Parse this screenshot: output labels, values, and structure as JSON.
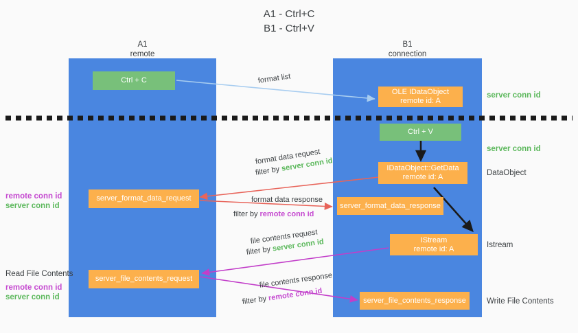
{
  "title": {
    "line1": "A1 - Ctrl+C",
    "line2": "B1 - Ctrl+V"
  },
  "columns": [
    {
      "name": "A1",
      "sub": "remote"
    },
    {
      "name": "B1",
      "sub": "connection"
    }
  ],
  "boxes": {
    "ctrl_c": "Ctrl + C",
    "ctrl_v": "Ctrl + V",
    "ole_idataobject_l1": "OLE IDataObject",
    "ole_idataobject_l2": "remote id: A",
    "getdata_l1": "IDataObject::GetData",
    "getdata_l2": "remote id: A",
    "istream_l1": "IStream",
    "istream_l2": "remote id: A",
    "server_format_data_request": "server_format_data_request",
    "server_format_data_response": "server_format_data_response",
    "server_file_contents_request": "server_file_contents_request",
    "server_file_contents_response": "server_file_contents_response"
  },
  "right_labels": {
    "server_conn_id_1": "server conn id",
    "server_conn_id_2": "server conn id",
    "dataobject": "DataObject",
    "istream": "Istream",
    "write_file_contents": "Write File Contents"
  },
  "left_labels": {
    "remote_conn_id_1": "remote conn id",
    "server_conn_id_1": "server conn id",
    "read_file_contents": "Read File Contents",
    "remote_conn_id_2": "remote conn id",
    "server_conn_id_2": "server conn id"
  },
  "arrow_labels": {
    "format_list": "format list",
    "format_data_request": "format data request",
    "format_data_request_filter_prefix": "filter by ",
    "format_data_request_filter_value": "server conn id",
    "format_data_response": "format data response",
    "format_data_response_filter_prefix": "filter by ",
    "format_data_response_filter_value": "remote conn id",
    "file_contents_request": "file contents request",
    "file_contents_request_filter_prefix": "filter by ",
    "file_contents_request_filter_value": "server conn id",
    "file_contents_response": "file contents response",
    "file_contents_response_filter_prefix": "filter by ",
    "file_contents_response_filter_value": "remote conn id"
  },
  "colors": {
    "column": "#4a86e0",
    "green_box": "#78c07a",
    "orange_box": "#fcb04c",
    "green_text": "#5cb85c",
    "purple_text": "#c54ad0",
    "red_arrow": "#e8645a",
    "magenta_arrow": "#c23ec9",
    "lightblue_arrow": "#a8cdf0",
    "black_arrow": "#1a1a1a",
    "background": "#fafafa"
  }
}
